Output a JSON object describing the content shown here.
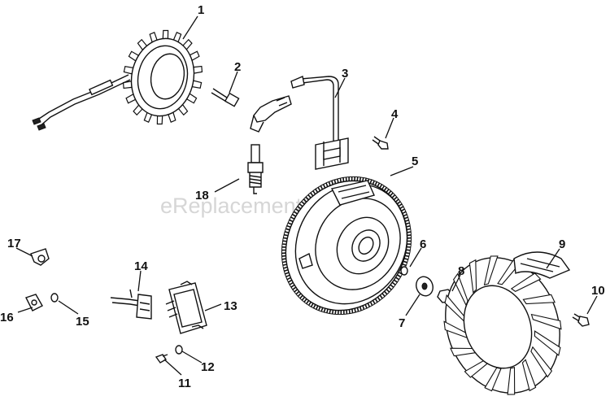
{
  "watermark": "eReplacementParts.com",
  "parts": [
    {
      "number": "1",
      "part": "stator"
    },
    {
      "number": "2",
      "part": "screw"
    },
    {
      "number": "3",
      "part": "ignition-module"
    },
    {
      "number": "4",
      "part": "screw"
    },
    {
      "number": "5",
      "part": "flywheel"
    },
    {
      "number": "6",
      "part": "key"
    },
    {
      "number": "7",
      "part": "washer"
    },
    {
      "number": "8",
      "part": "nut"
    },
    {
      "number": "9",
      "part": "fan"
    },
    {
      "number": "10",
      "part": "screw"
    },
    {
      "number": "11",
      "part": "screw"
    },
    {
      "number": "12",
      "part": "washer"
    },
    {
      "number": "13",
      "part": "rectifier-regulator"
    },
    {
      "number": "14",
      "part": "connector"
    },
    {
      "number": "15",
      "part": "washer"
    },
    {
      "number": "16",
      "part": "clip"
    },
    {
      "number": "17",
      "part": "clip"
    },
    {
      "number": "18",
      "part": "spark-plug"
    }
  ]
}
